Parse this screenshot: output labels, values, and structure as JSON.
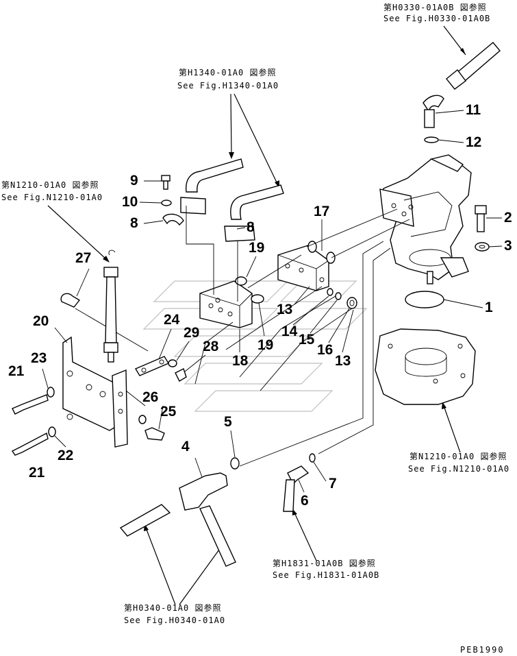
{
  "references": [
    {
      "id": "h0330",
      "jp": "第H0330-01A0B 図参照",
      "en": "See Fig.H0330-01A0B"
    },
    {
      "id": "h1340",
      "jp": "第H1340-01A0 図参照",
      "en": "See Fig.H1340-01A0"
    },
    {
      "id": "n1210a",
      "jp": "第N1210-01A0 図参照",
      "en": "See Fig.N1210-01A0"
    },
    {
      "id": "n1210b",
      "jp": "第N1210-01A0 図参照",
      "en": "See Fig.N1210-01A0"
    },
    {
      "id": "h1831",
      "jp": "第H1831-01A0B 図参照",
      "en": "See Fig.H1831-01A0B"
    },
    {
      "id": "h0340",
      "jp": "第H0340-01A0 図参照",
      "en": "See Fig.H0340-01A0"
    }
  ],
  "callouts": [
    "1",
    "2",
    "3",
    "4",
    "5",
    "6",
    "7",
    "8",
    "8",
    "9",
    "10",
    "11",
    "12",
    "13",
    "13",
    "14",
    "15",
    "16",
    "17",
    "18",
    "19",
    "19",
    "20",
    "21",
    "21",
    "22",
    "23",
    "24",
    "25",
    "26",
    "27",
    "28",
    "29"
  ],
  "drawing_code": "PEB1990"
}
